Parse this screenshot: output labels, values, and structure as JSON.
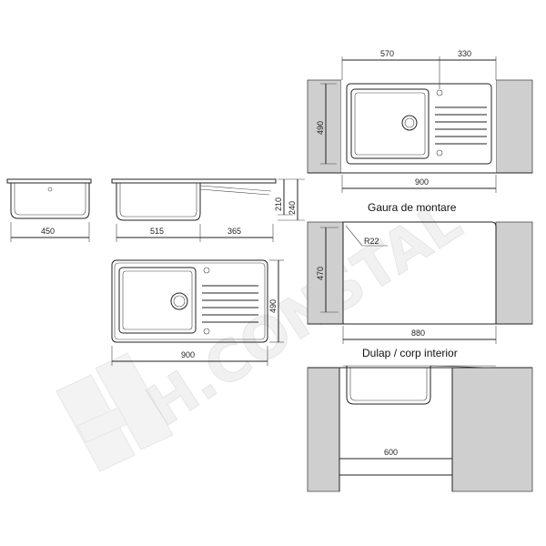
{
  "watermark": {
    "text": "H.CONSTAL"
  },
  "views": {
    "side_small": {
      "width_label": "450"
    },
    "side_long": {
      "sink_label": "515",
      "drainer_label": "365",
      "height_label_1": "210",
      "height_label_2": "240"
    },
    "top": {
      "height_label": "490",
      "width_label": "900"
    },
    "cutout": {
      "top_labels": [
        "570",
        "330"
      ],
      "height_label": "490",
      "width_label": "900",
      "caption": "Gaura de montare"
    },
    "cabinet_top": {
      "radius_label": "R22",
      "height_label": "470",
      "width_label": "880",
      "caption": "Dulap / corp interior"
    },
    "cabinet_front": {
      "width_label": "600"
    }
  }
}
